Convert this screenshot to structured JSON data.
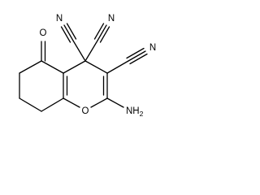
{
  "molecule": {
    "atoms": {
      "O_ketone": "O",
      "O_ring": "O",
      "N_cyano_a": "N",
      "N_cyano_b": "N",
      "N_cyano_c": "N",
      "NH2": "NH2"
    }
  }
}
